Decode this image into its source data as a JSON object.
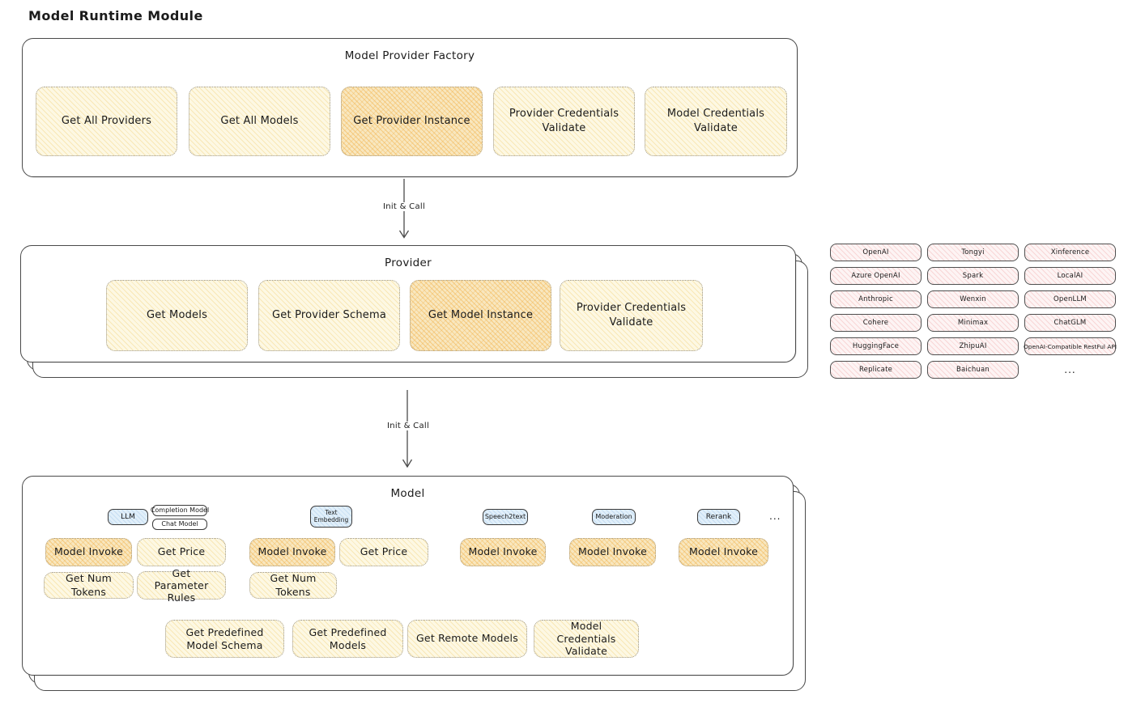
{
  "diagram": {
    "title": "Model Runtime Module",
    "arrow_label": "Init & Call",
    "ellipsis": "...",
    "factory": {
      "title": "Model Provider Factory",
      "nodes": [
        "Get All Providers",
        "Get All Models",
        "Get Provider Instance",
        "Provider Credentials Validate",
        "Model Credentials Validate"
      ]
    },
    "provider": {
      "title": "Provider",
      "nodes": [
        "Get Models",
        "Get Provider Schema",
        "Get Model Instance",
        "Provider Credentials Validate"
      ]
    },
    "providers_list": [
      "OpenAI",
      "Tongyi",
      "Xinference",
      "Azure OpenAI",
      "Spark",
      "LocalAI",
      "Anthropic",
      "Wenxin",
      "OpenLLM",
      "Cohere",
      "Minimax",
      "ChatGLM",
      "HuggingFace",
      "ZhipuAI",
      "OpenAI-Compatible RestFul API",
      "Replicate",
      "Baichuan"
    ],
    "model": {
      "title": "Model",
      "types": [
        "LLM",
        "Completion Model",
        "Chat Model",
        "Text Embedding",
        "Speech2text",
        "Moderation",
        "Rerank"
      ],
      "invoke_row": [
        "Model Invoke",
        "Get Price",
        "Model Invoke",
        "Get Price",
        "Model Invoke",
        "Model Invoke",
        "Model Invoke"
      ],
      "tokens_row": [
        "Get Num Tokens",
        "Get Parameter Rules",
        "Get Num Tokens"
      ],
      "bottom_row": [
        "Get Predefined Model Schema",
        "Get Predefined Models",
        "Get Remote Models",
        "Model Credentials Validate"
      ]
    },
    "colors": {
      "node_yellow": "#fdf8e3",
      "node_orange_highlight": "#f8e7bf",
      "provider_pink": "#fdf4f4",
      "type_blue": "#e1effa",
      "outline": "#4a4a4a"
    }
  }
}
